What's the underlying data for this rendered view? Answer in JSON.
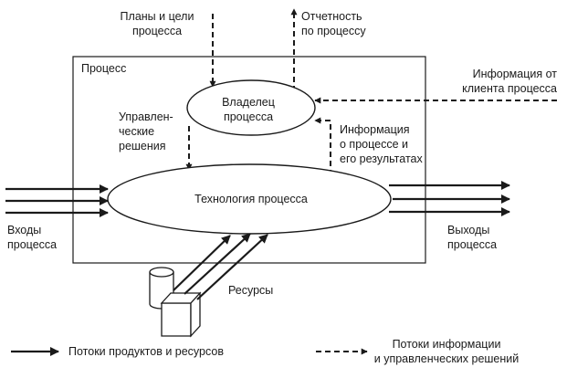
{
  "diagram": {
    "container_label": "Процесс",
    "top_input": [
      "Планы и цели",
      "процесса"
    ],
    "top_output": [
      "Отчетность",
      "по процессу"
    ],
    "client_info": [
      "Информация от",
      "клиента процесса"
    ],
    "owner": [
      "Владелец",
      "процесса"
    ],
    "management": [
      "Управлен-",
      "ческие",
      "решения"
    ],
    "process_info": [
      "Информация",
      "о процессе и",
      "его результатах"
    ],
    "technology": "Технология процесса",
    "inputs": [
      "Входы",
      "процесса"
    ],
    "outputs": [
      "Выходы",
      "процесса"
    ],
    "resources": "Ресурсы"
  },
  "legend": {
    "solid": "Потоки продуктов и ресурсов",
    "dashed": [
      "Потоки информации",
      "и управленческих решений"
    ]
  }
}
